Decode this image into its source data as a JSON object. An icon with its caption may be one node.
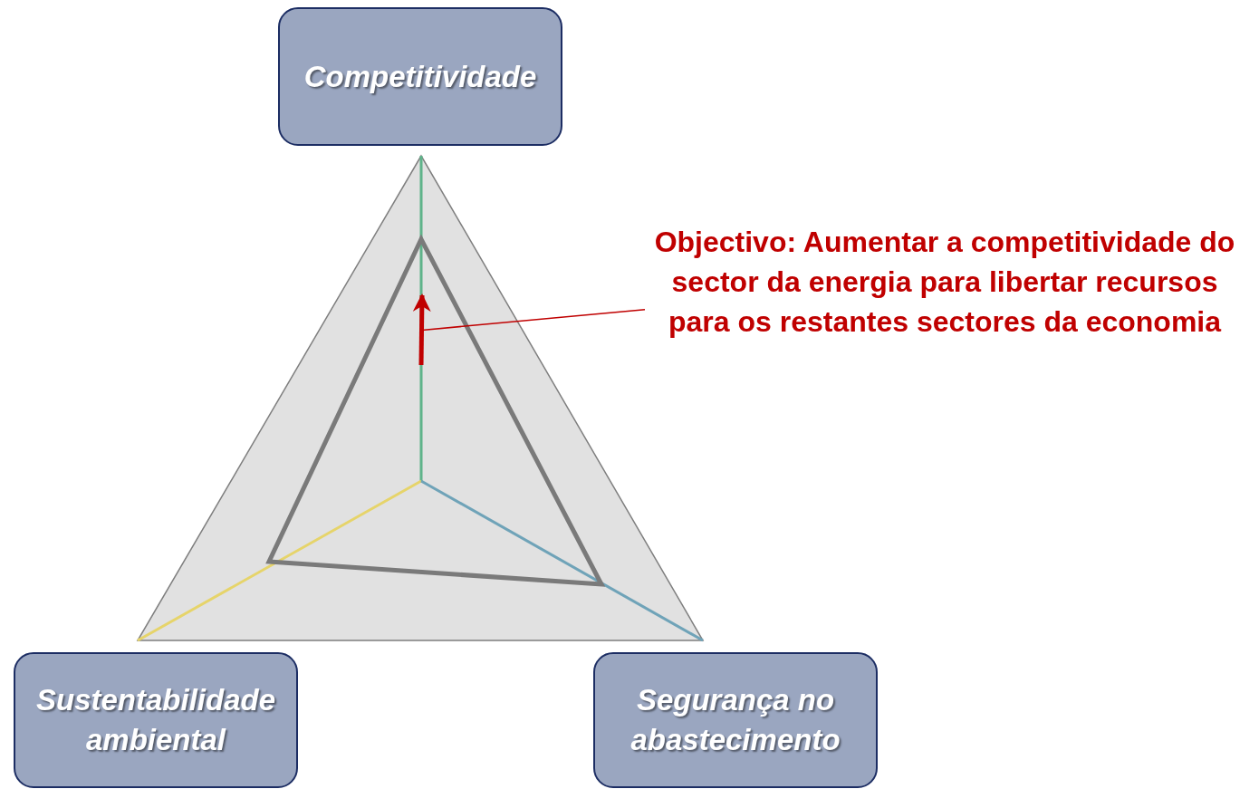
{
  "diagram": {
    "nodes": [
      {
        "text": [
          "Competitividade"
        ]
      },
      {
        "text": [
          "Sustentabilidade ambiental"
        ]
      },
      {
        "text": [
          "Segurança no abastecimento"
        ]
      },
      {
        "text": [
          "Objectivo: Aumentar a competitividade do sector da energia para libertar recursos para os restantes sectores da economia"
        ]
      },
      {
        "text": [],
        "shape": "arrow"
      }
    ],
    "edges": [
      {
        "from": 3,
        "to": 4,
        "arrow": "none"
      }
    ]
  }
}
